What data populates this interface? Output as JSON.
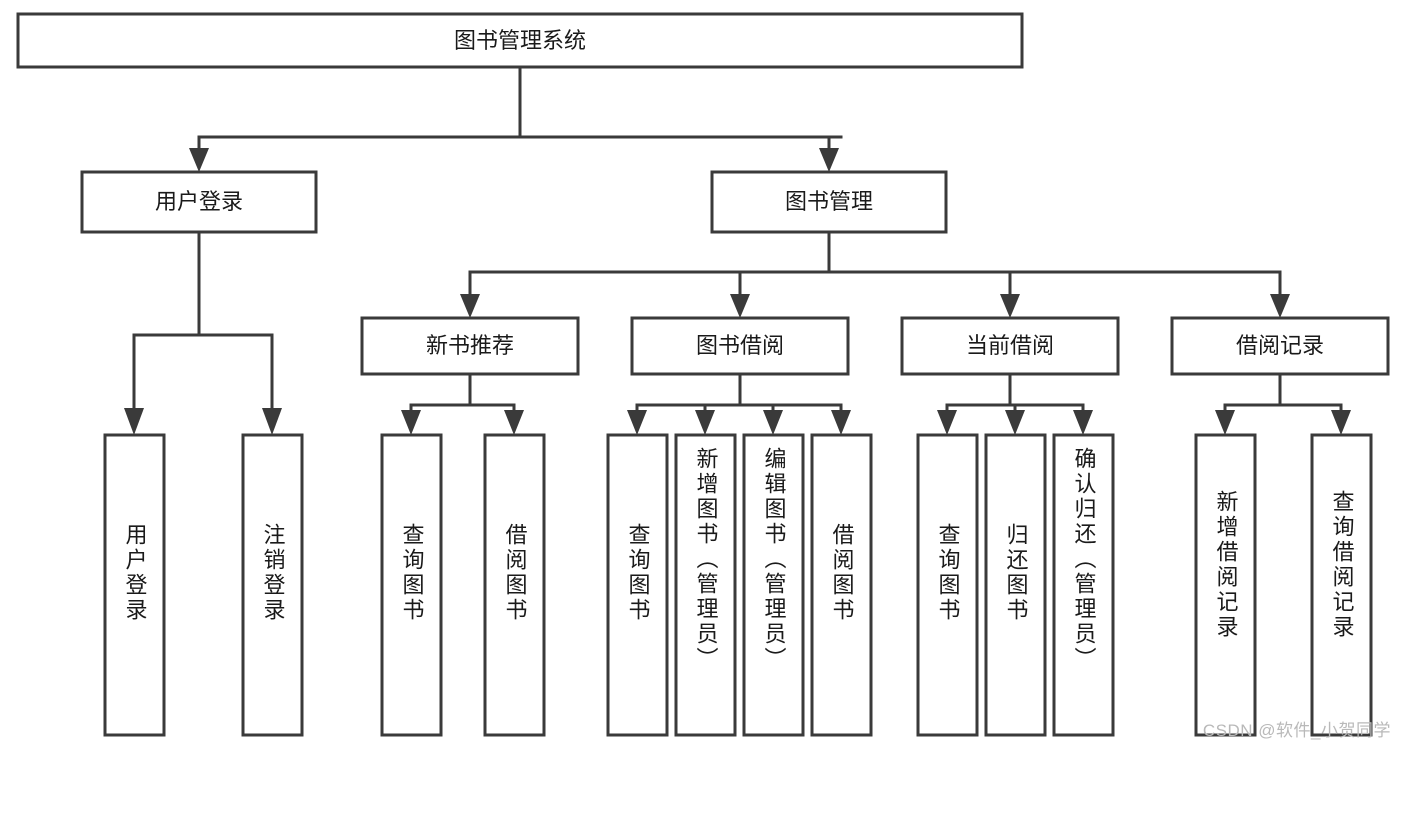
{
  "diagram": {
    "type": "hierarchy-tree",
    "title": "图书管理系统",
    "watermark": "CSDN @软件_小贺同学",
    "colors": {
      "background": "#ffffff",
      "box_stroke": "#3a3a3a",
      "box_fill": "#ffffff",
      "text": "#1a1a1a",
      "watermark": "#b9b9b9"
    },
    "levels": {
      "root": {
        "label": "图书管理系统"
      },
      "level2": [
        {
          "label": "用户登录"
        },
        {
          "label": "图书管理"
        }
      ],
      "level3": [
        {
          "label": "新书推荐"
        },
        {
          "label": "图书借阅"
        },
        {
          "label": "当前借阅"
        },
        {
          "label": "借阅记录"
        }
      ],
      "leaves": [
        {
          "label": "用户登录",
          "parent": "用户登录"
        },
        {
          "label": "注销登录",
          "parent": "用户登录"
        },
        {
          "label": "查询图书",
          "parent": "新书推荐"
        },
        {
          "label": "借阅图书",
          "parent": "新书推荐"
        },
        {
          "label": "查询图书",
          "parent": "图书借阅"
        },
        {
          "label": "新增图书（管理员）",
          "parent": "图书借阅"
        },
        {
          "label": "编辑图书（管理员）",
          "parent": "图书借阅"
        },
        {
          "label": "借阅图书",
          "parent": "图书借阅"
        },
        {
          "label": "查询图书",
          "parent": "当前借阅"
        },
        {
          "label": "归还图书",
          "parent": "当前借阅"
        },
        {
          "label": "确认归还（管理员）",
          "parent": "当前借阅"
        },
        {
          "label": "新增借阅记录",
          "parent": "借阅记录"
        },
        {
          "label": "查询借阅记录",
          "parent": "借阅记录"
        }
      ]
    }
  }
}
